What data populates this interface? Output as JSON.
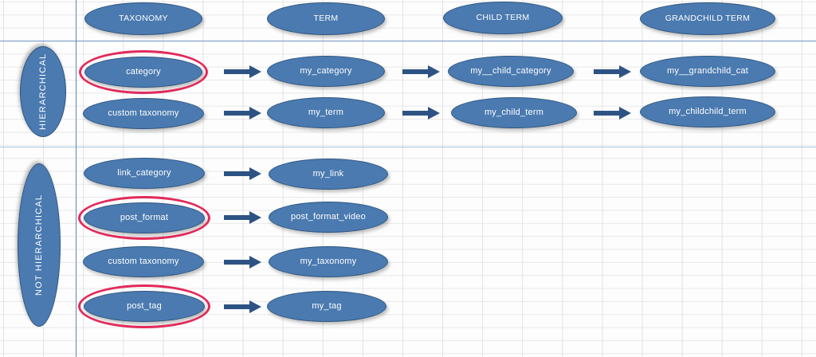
{
  "diagram": {
    "title": "WordPress taxonomy / term hierarchy diagram",
    "colors": {
      "node_fill": "#4a7ab0",
      "node_border": "#2e567f",
      "node_text": "#ffffff",
      "arrow": "#2d5384",
      "highlight_ring": "#e22a5b",
      "rule_line": "#5b87bc",
      "grid_line": "#e2e2e2",
      "background": "#fdfdfd"
    },
    "column_headers": [
      {
        "id": "taxonomy",
        "label": "TAXONOMY"
      },
      {
        "id": "term",
        "label": "TERM"
      },
      {
        "id": "child-term",
        "label": "CHILD TERM"
      },
      {
        "id": "grandchild-term",
        "label": "GRANDCHILD TERM"
      }
    ],
    "groups": [
      {
        "id": "hierarchical",
        "label": "HIERARCHICAL"
      },
      {
        "id": "not-hierarchical",
        "label": "NOT HIERARCHICAL"
      }
    ],
    "hierarchical_rows": [
      {
        "taxonomy": "category",
        "taxonomy_highlighted": true,
        "term": "my_category",
        "child_term": "my__child_category",
        "grandchild_term": "my__grandchild_cat"
      },
      {
        "taxonomy": "custom  taxonomy",
        "taxonomy_highlighted": false,
        "term": "my_term",
        "child_term": "my_child_term",
        "grandchild_term": "my_childchild_term"
      }
    ],
    "not_hierarchical_rows": [
      {
        "taxonomy": "link_category",
        "taxonomy_highlighted": false,
        "term": "my_link"
      },
      {
        "taxonomy": "post_format",
        "taxonomy_highlighted": true,
        "term": "post_format_video"
      },
      {
        "taxonomy": "custom  taxonomy",
        "taxonomy_highlighted": false,
        "term": "my_taxonomy"
      },
      {
        "taxonomy": "post_tag",
        "taxonomy_highlighted": true,
        "term": "my_tag"
      }
    ],
    "arrow_icon": "right-block-arrow-icon"
  }
}
